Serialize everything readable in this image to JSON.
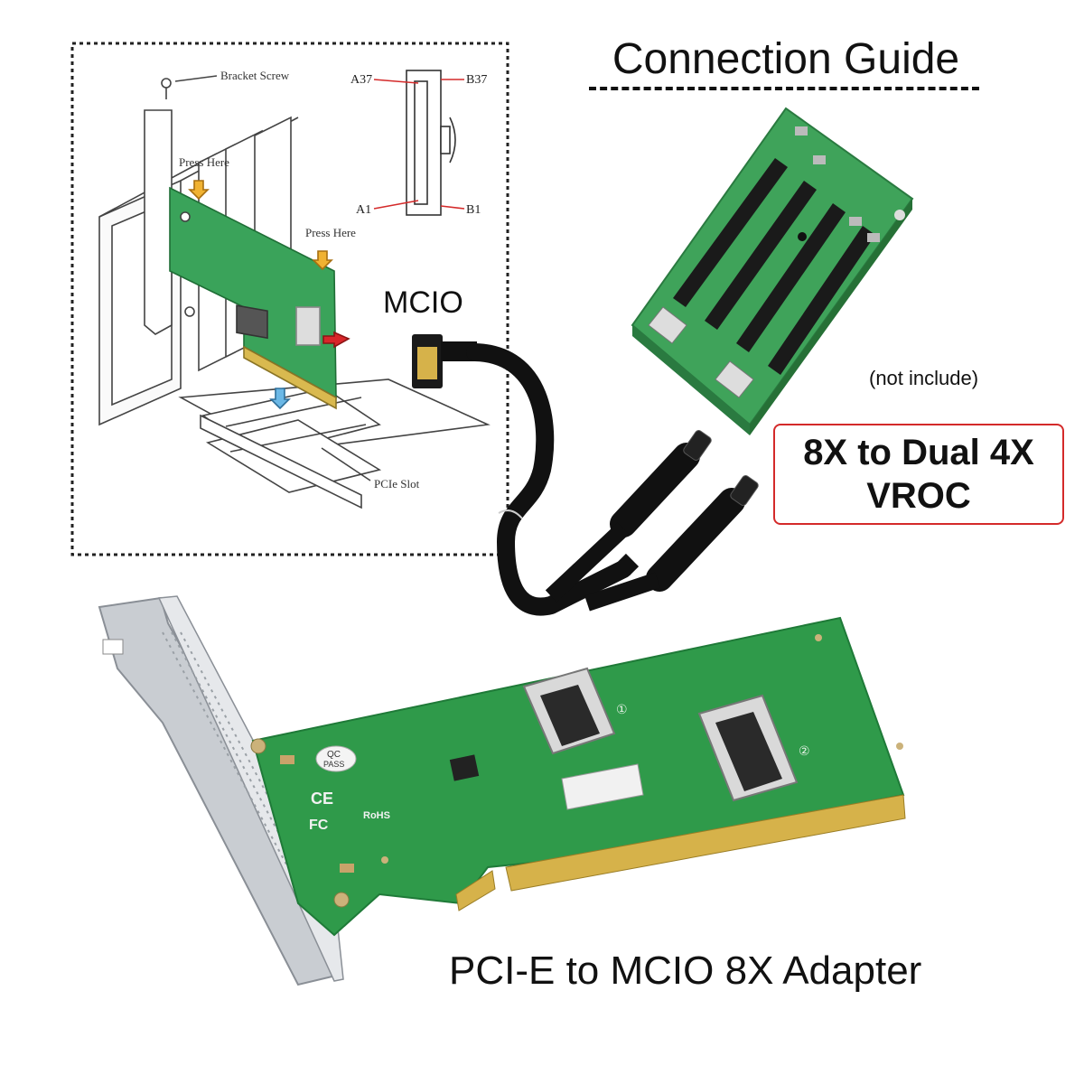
{
  "guide": {
    "title": "Connection Guide"
  },
  "install_diagram": {
    "bracket_screw": "Bracket Screw",
    "press_here_1": "Press Here",
    "press_here_2": "Press Here",
    "pcie_slot": "PCIe Slot"
  },
  "pinout": {
    "a37": "A37",
    "b37": "B37",
    "a1": "A1",
    "b1": "B1"
  },
  "cable": {
    "label": "MCIO"
  },
  "riser": {
    "note": "(not include)"
  },
  "callout": {
    "line1": "8X to Dual 4X",
    "line2": "VROC"
  },
  "product": {
    "label": "PCI-E  to MCIO 8X Adapter",
    "marks": {
      "qc": "QC",
      "pass": "PASS",
      "ce": "CE",
      "rohs": "RoHS",
      "fc": "FC",
      "port1": "①",
      "port2": "②"
    }
  },
  "colors": {
    "pcb": "#2f9a4a",
    "pcb_dark": "#1f7a38",
    "gold": "#d6b24a",
    "cable": "#111111",
    "callout_border": "#d42a2a"
  }
}
